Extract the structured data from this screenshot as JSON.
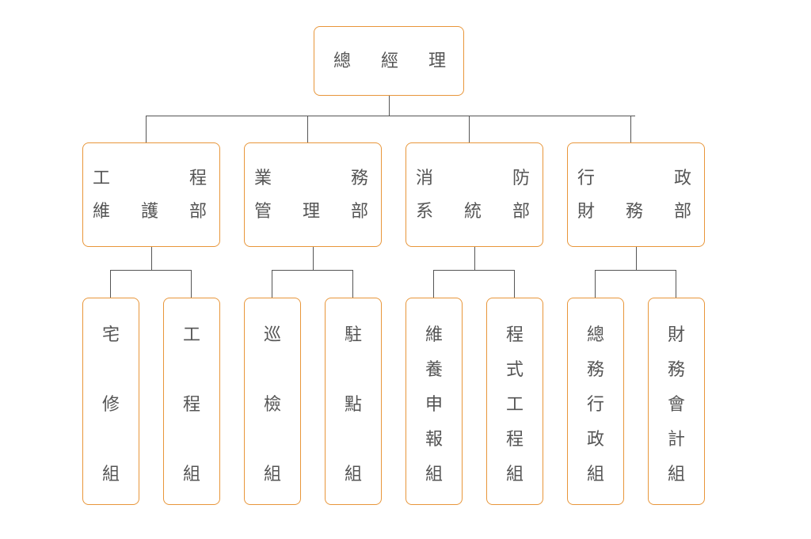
{
  "colors": {
    "box_border": "#E8963A",
    "text": "#555555",
    "connector": "#555555"
  },
  "root": {
    "chars": [
      "總",
      "經",
      "理"
    ]
  },
  "departments": [
    {
      "line1": [
        "工",
        "程"
      ],
      "line2": [
        "維",
        "護",
        "部"
      ],
      "groups": [
        {
          "chars": [
            "宅",
            "修",
            "組"
          ]
        },
        {
          "chars": [
            "工",
            "程",
            "組"
          ]
        }
      ]
    },
    {
      "line1": [
        "業",
        "務"
      ],
      "line2": [
        "管",
        "理",
        "部"
      ],
      "groups": [
        {
          "chars": [
            "巡",
            "檢",
            "組"
          ]
        },
        {
          "chars": [
            "駐",
            "點",
            "組"
          ]
        }
      ]
    },
    {
      "line1": [
        "消",
        "防"
      ],
      "line2": [
        "系",
        "統",
        "部"
      ],
      "groups": [
        {
          "chars": [
            "維",
            "養",
            "申",
            "報",
            "組"
          ]
        },
        {
          "chars": [
            "程",
            "式",
            "工",
            "程",
            "組"
          ]
        }
      ]
    },
    {
      "line1": [
        "行",
        "政"
      ],
      "line2": [
        "財",
        "務",
        "部"
      ],
      "groups": [
        {
          "chars": [
            "總",
            "務",
            "行",
            "政",
            "組"
          ]
        },
        {
          "chars": [
            "財",
            "務",
            "會",
            "計",
            "組"
          ]
        }
      ]
    }
  ]
}
